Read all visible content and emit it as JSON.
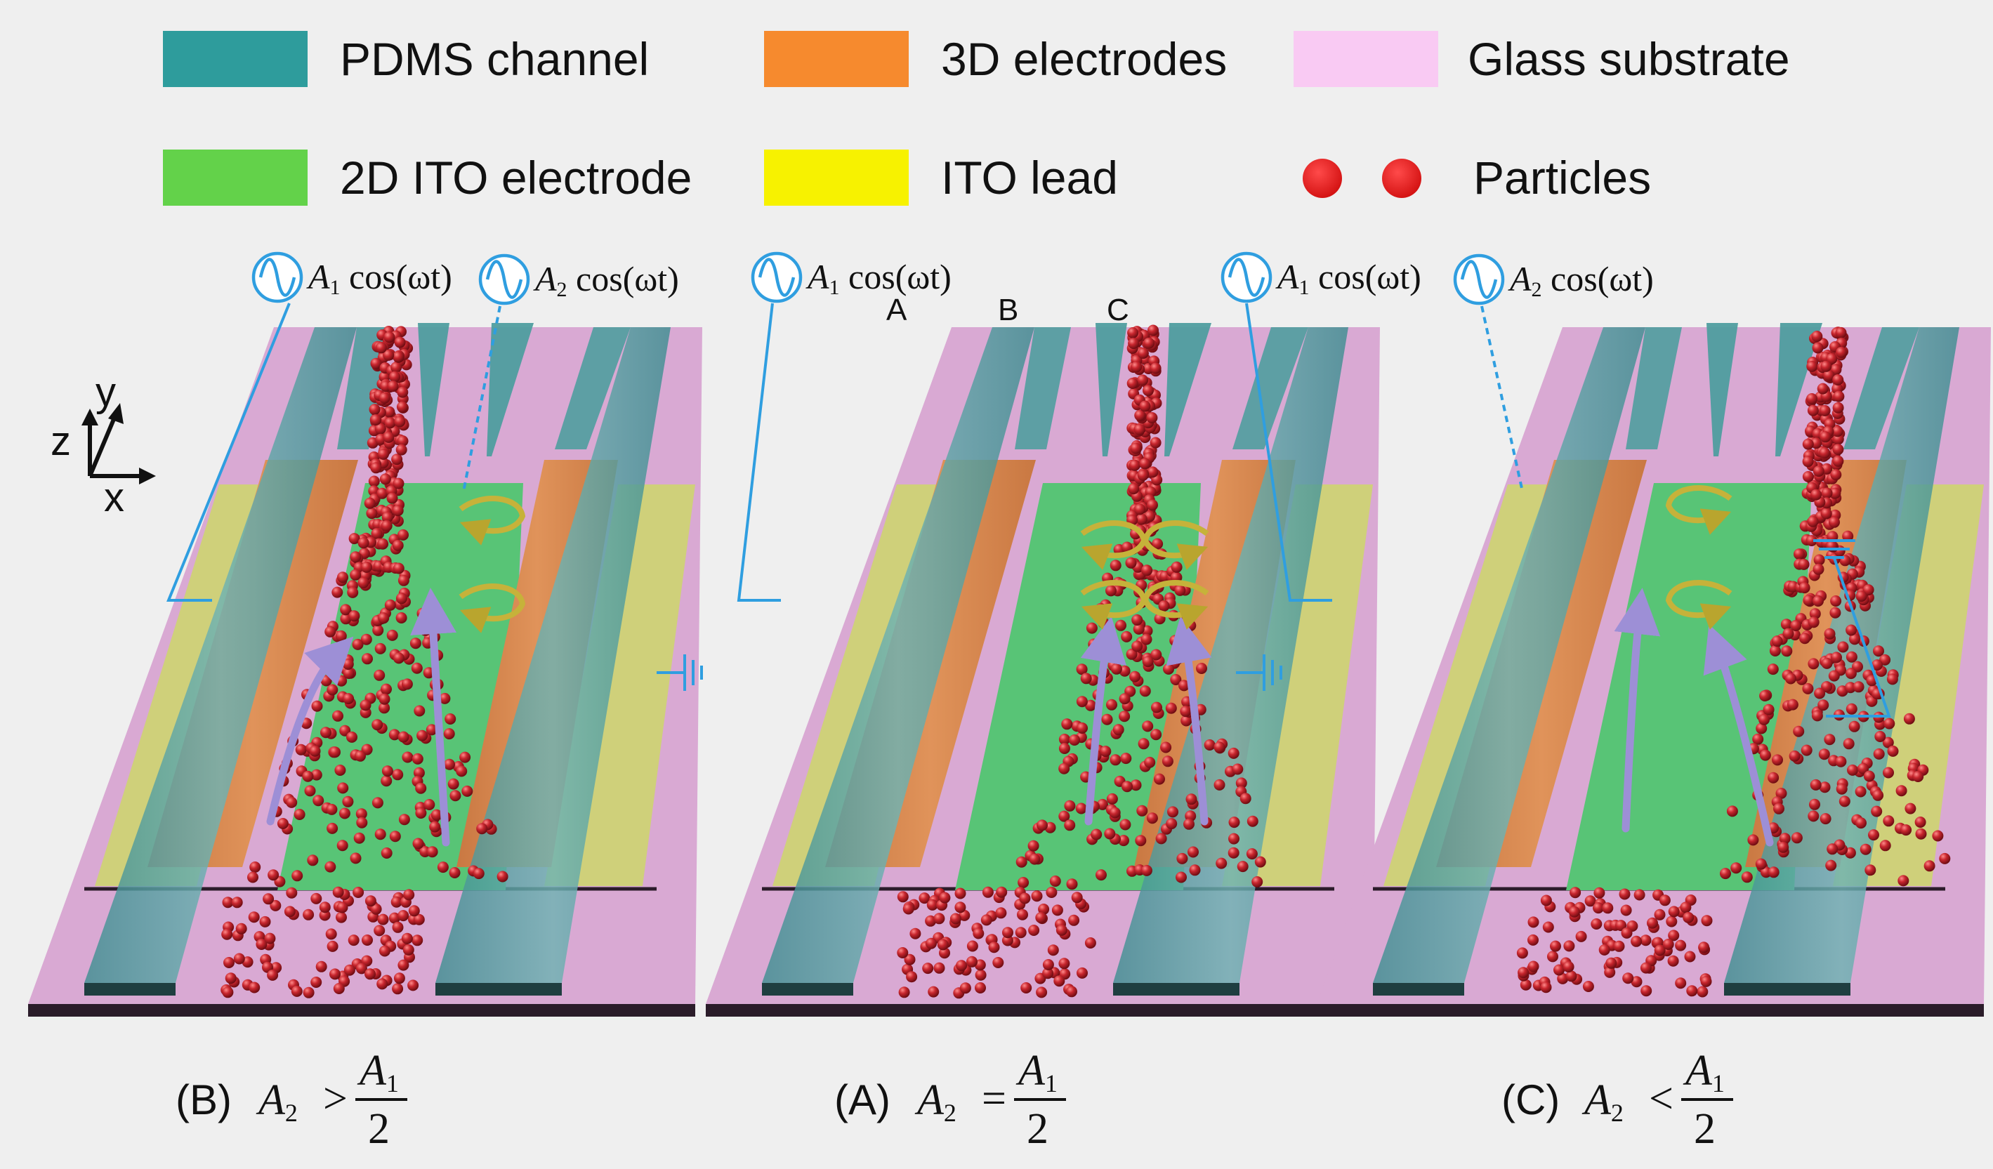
{
  "legend": [
    {
      "label": "PDMS channel",
      "color": "#2e9c9c"
    },
    {
      "label": "3D electrodes",
      "color": "#f68a2e"
    },
    {
      "label": "Glass substrate",
      "color": "#f9caf3"
    },
    {
      "label": "2D ITO electrode",
      "color": "#63d24a"
    },
    {
      "label": "ITO lead",
      "color": "#f7f200"
    },
    {
      "label": "Particles",
      "color": "#e01818"
    }
  ],
  "axes": {
    "y": "y",
    "z": "z",
    "x": "x"
  },
  "outlet_labels": [
    "A",
    "B",
    "C"
  ],
  "sources": {
    "panel_B": [
      {
        "amp": "A",
        "sub": "1",
        "rest": " cos(ωt)"
      },
      {
        "amp": "A",
        "sub": "2",
        "rest": " cos(ωt)"
      }
    ],
    "panel_A": [
      {
        "amp": "A",
        "sub": "1",
        "rest": " cos(ωt)"
      }
    ],
    "panel_C": [
      {
        "amp": "A",
        "sub": "1",
        "rest": " cos(ωt)"
      },
      {
        "amp": "A",
        "sub": "2",
        "rest": " cos(ωt)"
      }
    ]
  },
  "captions": [
    {
      "tag": "(B)",
      "lhs": "A",
      "lhs_sub": "2",
      "op": ">",
      "num": "A",
      "num_sub": "1",
      "den": "2"
    },
    {
      "tag": "(A)",
      "lhs": "A",
      "lhs_sub": "2",
      "op": "=",
      "num": "A",
      "num_sub": "1",
      "den": "2"
    },
    {
      "tag": "(C)",
      "lhs": "A",
      "lhs_sub": "2",
      "op": "<",
      "num": "A",
      "num_sub": "1",
      "den": "2"
    }
  ],
  "colors": {
    "background": "#efefef",
    "glass": "#d9a9d3",
    "glass_edge": "#2b1c2a",
    "pdms": "#4f9d9f",
    "electrode3d": "#d9894e",
    "ito_electrode": "#58c476",
    "ito_lead": "#cfd07a",
    "particle": "#b3202a",
    "wire": "#2f9ee0",
    "flow_arrow": "#9d8fd6",
    "vortex": "#c6b23a"
  }
}
